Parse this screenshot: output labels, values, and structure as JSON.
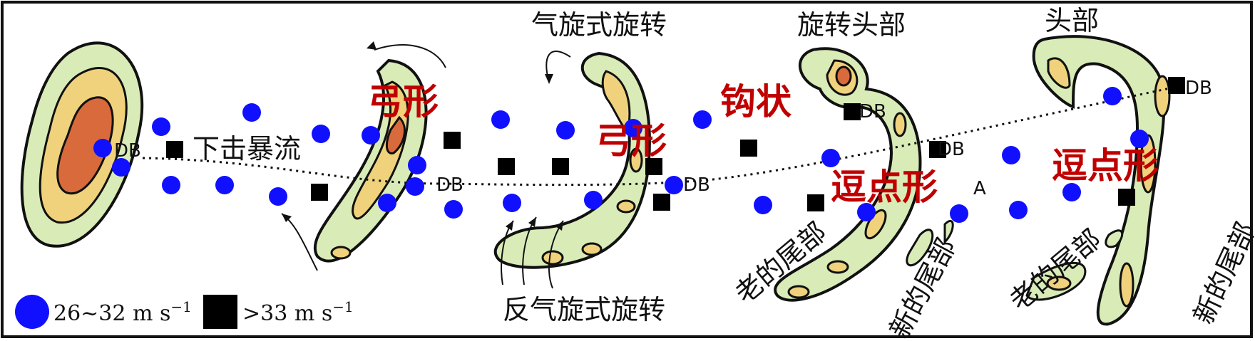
{
  "colors": {
    "outer": "#d9ecb8",
    "middle": "#f0d27c",
    "inner": "#d96a3c",
    "outline": "#111111",
    "red_label": "#c00000",
    "dot": "#1010ff",
    "square": "#000000"
  },
  "labels": {
    "downburst": "下击暴流",
    "bow1": "弓形",
    "bow2": "弓形",
    "cyclonic": "气旋式旋转",
    "anticyclonic": "反气旋式旋转",
    "rotating_head": "旋转头部",
    "hook": "钩状",
    "comma1": "逗点形",
    "head": "头部",
    "comma2": "逗点形",
    "old_tail1": "老的尾部",
    "new_tail1": "新的尾部",
    "old_tail2": "老的尾部",
    "new_tail2": "新的尾部",
    "db": "DB",
    "a_mark": "A"
  },
  "legend": {
    "dot_label": "26~32 m s",
    "dot_sup": "−1",
    "square_label": ">33 m s",
    "square_sup": "−1"
  }
}
